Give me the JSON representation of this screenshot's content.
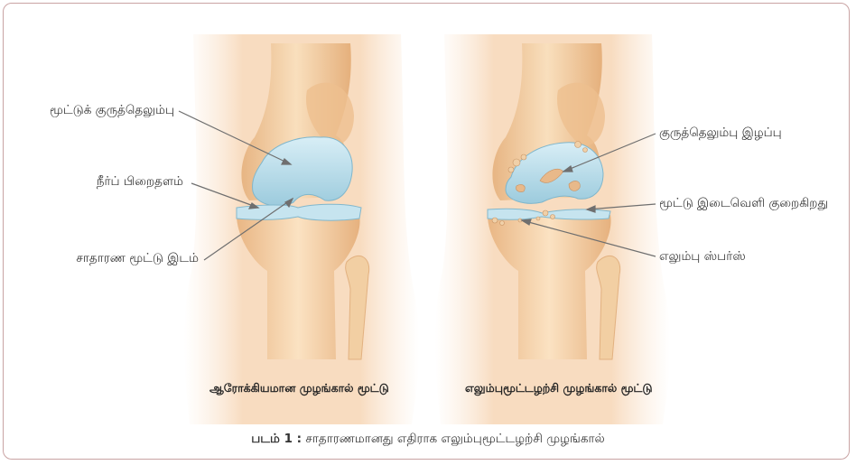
{
  "left_knee": {
    "caption": "ஆரோக்கியமான முழங்கால் மூட்டு",
    "labels": {
      "cartilage": "மூட்டுக் குருத்தெலும்பு",
      "meniscus": "நீர்ப் பிறைதளம்",
      "joint_space": "சாதாரண மூட்டு இடம்"
    }
  },
  "right_knee": {
    "caption": "எலும்புமூட்டழற்சி முழங்கால் மூட்டு",
    "labels": {
      "cartilage_loss": "குருத்தெலும்பு இழப்பு",
      "narrowing": "மூட்டு இடைவெளி குறைகிறது",
      "bone_spurs": "எலும்பு ஸ்பர்ஸ்"
    }
  },
  "figure": {
    "number_label": "படம் 1 :",
    "title": "சாதாரணமானது எதிராக எலும்புமூட்டழற்சி முழங்கால்"
  },
  "colors": {
    "skin": "#f8dcc0",
    "bone": "#f6d6ad",
    "bone_shade": "#e9b987",
    "cartilage": "#a9d4e4",
    "border": "#c9a3a3"
  }
}
